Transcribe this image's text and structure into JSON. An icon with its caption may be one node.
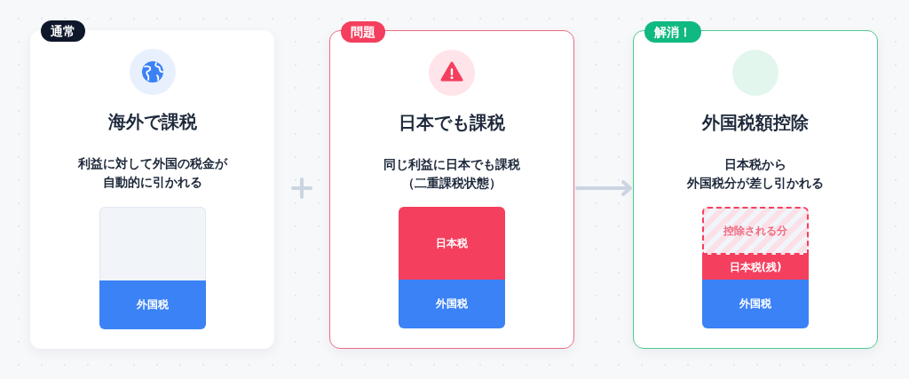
{
  "diagram": {
    "nodes": [
      {
        "text": [
          "通常",
          "海外で課税",
          "利益に対して外国の税金が自動的に引かれる"
        ]
      },
      {
        "text": [],
        "shape": "bar",
        "in": 0
      },
      {
        "text": [
          "外国税"
        ],
        "in": 0
      },
      {
        "text": [
          "問題",
          "日本でも課税",
          "同じ利益に日本でも課税（二重課税状態）"
        ]
      },
      {
        "text": [
          "日本税"
        ],
        "in": 3
      },
      {
        "text": [
          "外国税"
        ],
        "in": 3
      },
      {
        "text": [
          "解消！",
          "外国税額控除",
          "日本税から外国税分が差し引かれる"
        ]
      },
      {
        "text": [
          "控除される分"
        ],
        "in": 6
      },
      {
        "text": [
          "日本税(残)"
        ],
        "in": 6
      },
      {
        "text": [
          "外国税"
        ],
        "in": 6
      }
    ],
    "edges": [
      {
        "from": 3,
        "to": 6,
        "arrow": "to"
      }
    ]
  }
}
